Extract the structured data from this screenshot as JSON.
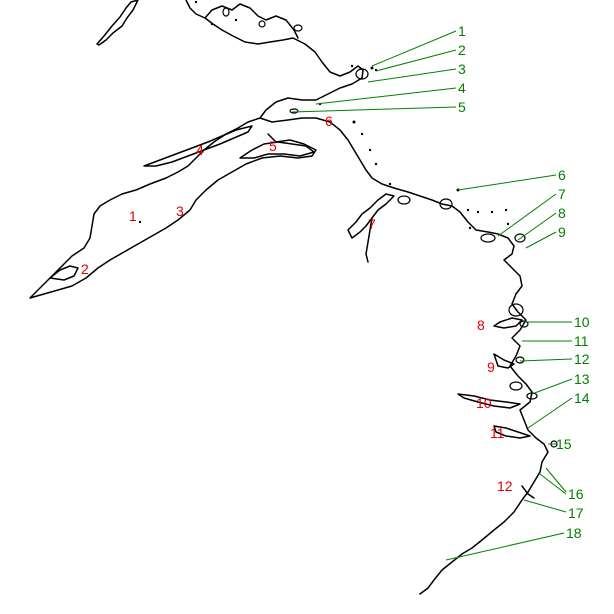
{
  "colors": {
    "coastline": "#000000",
    "green_labels": "#008000",
    "red_labels": "#e00000",
    "background": "#ffffff"
  },
  "green_labels": [
    "1",
    "2",
    "3",
    "4",
    "5",
    "6",
    "7",
    "8",
    "9",
    "10",
    "11",
    "12",
    "13",
    "14",
    "15",
    "16",
    "17",
    "18"
  ],
  "red_labels": [
    "1",
    "2",
    "3",
    "4",
    "5",
    "6",
    "7",
    "8",
    "9",
    "10",
    "11",
    "12"
  ]
}
